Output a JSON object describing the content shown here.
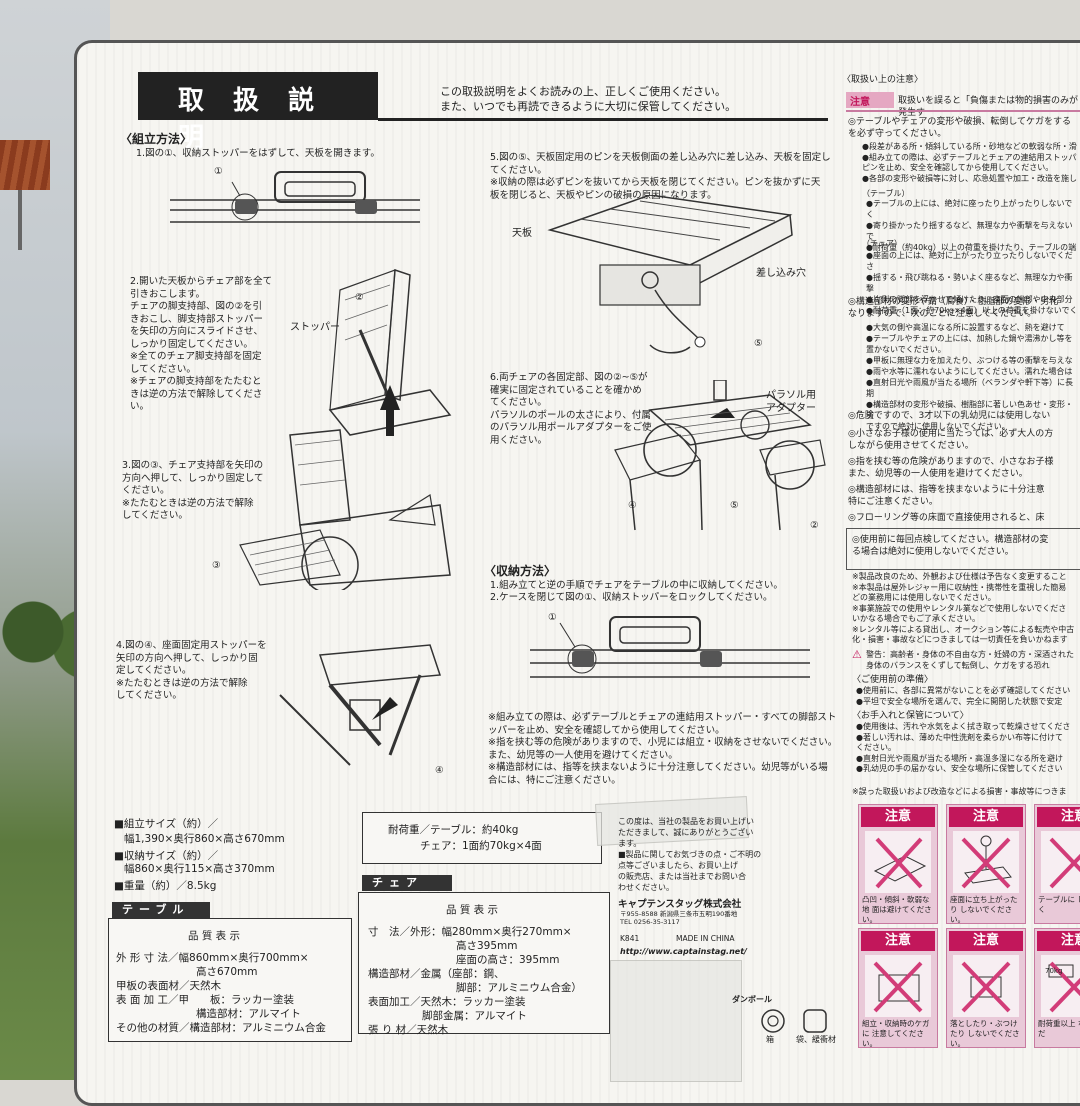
{
  "header": {
    "title": "取 扱 説 明",
    "intro1": "この取扱説明をよくお読みの上、正しくご使用ください。",
    "intro2": "また、いつでも再読できるように大切に保管してください。"
  },
  "assembly": {
    "heading": "〈組立方法〉",
    "step1": "1.図の①、収納ストッパーをはずして、天板を開きます。",
    "step2": "2.開いた天板からチェア部を全て\n引きおこします。\nチェアの脚支持部、図の②を引\nきおこし、脚支持部ストッパー\nを矢印の方向にスライドさせ、\nしっかり固定してください。\n※全てのチェア脚支持部を固定\nしてください。\n※チェアの脚支持部をたたむと\nきは逆の方法で解除してくださ\nい。",
    "step3": "3.図の③、チェア支持部を矢印の\n方向へ押して、しっかり固定して\nください。\n※たたむときは逆の方法で解除\nしてください。",
    "step4": "4.図の④、座面固定用ストッパーを\n矢印の方向へ押して、しっかり固\n定してください。\n※たたむときは逆の方法で解除\nしてください。",
    "step5": "5.図の⑤、天板固定用のピンを天板側面の差し込み穴に差し込み、天板を固定し\nてください。\n※収納の際は必ずピンを抜いてから天板を閉じてください。ピンを抜かずに天\n板を閉じると、天板やピンの破損の原因になります。",
    "step6": "6.両チェアの各固定部、図の②~⑤が\n確実に固定されていることを確かめ\nてください。\nパラソルのポールの太さにより、付属\nのパラソル用ポールアダプターをご使\n用ください。",
    "label_stopper": "ストッパー",
    "label_tenban": "天板",
    "label_hole": "差し込み穴",
    "label_adapter": "パラソル用\nアダプター",
    "n1": "①",
    "n2": "②",
    "n3": "③",
    "n4": "④",
    "n5": "⑤"
  },
  "storage": {
    "heading": "〈収納方法〉",
    "step1": "1.組み立てと逆の手順でチェアをテーブルの中に収納してください。",
    "step2": "2.ケースを閉じて図の①、収納ストッパーをロックしてください。",
    "note": "※組み立ての際は、必ずテーブルとチェアの連結用ストッパー・すべての脚部スト\nッパーを止め、安全を確認してから使用してください。\n※指を挟む等の危険がありますので、小児には組立・収納をさせないでください。\nまた、幼児等の一人使用を避けてください。\n※構造部材には、指等を挟まないように十分注意してください。幼児等がいる場\n合には、特にご注意ください。"
  },
  "specs": {
    "assembled_label": "■組立サイズ（約）／",
    "assembled_value": "幅1,390×奥行860×高さ670mm",
    "stored_label": "■収納サイズ（約）／",
    "stored_value": "幅860×奥行115×高さ370mm",
    "weight": "■重量（約）／8.5kg",
    "load_label1": "耐荷重／テーブル：約40kg",
    "load_label2": "チェア：1面約70kg×4面"
  },
  "table_panel": {
    "tab": "テーブル",
    "heading": "品 質 表 示",
    "r1": "外 形 寸 法／幅860mm×奥行700mm×",
    "r1b": "高さ670mm",
    "r2": "甲板の表面材／天然木",
    "r3": "表 面 加 工／甲　　板：ラッカー塗装",
    "r4": "構造部材：アルマイト",
    "r5": "その他の材質／構造部材：アルミニウム合金"
  },
  "chair_panel": {
    "tab": "チェア",
    "heading": "品 質 表 示",
    "r1": "寸　法／外形：幅280mm×奥行270mm×",
    "r1b": "高さ395mm",
    "r1c": "座面の高さ：395mm",
    "r2": "構造部材／金属（座部：鋼、",
    "r2b": "脚部：アルミニウム合金）",
    "r3": "表面加工／天然木：ラッカー塗装",
    "r3b": "脚部金属：アルマイト",
    "r4": "張 り 材／天然木"
  },
  "company": {
    "note": "この度は、当社の製品をお買い上げい\nただきまして、誠にありがとうござい\nます。\n■製品に関してお気づきの点・ご不明の\n点等ございましたら、お買い上げ\nの販売店、または当社までお問い合\nわせください。",
    "name": "キャプテンスタッグ株式会社",
    "addr": "〒955-8588 新潟県三条市五明190番地\nTEL 0256-35-3117",
    "code": "K841",
    "made": "MADE IN CHINA",
    "url": "http://www.captainstag.net/",
    "danball": "ダンボール",
    "hako": "箱",
    "fukuro": "袋、緩衝材"
  },
  "cautions": {
    "heading": "〈取扱い上の注意〉",
    "chui": "注意",
    "chui_text": "取扱いを誤ると「負傷または物的損害のみが発生す",
    "b1": "◎テーブルやチェアの変形や破損、転倒してケガをする\nを必ず守ってください。",
    "b1a": "●段差がある所・傾斜している所・砂地などの軟弱な所・滑\n●組み立ての際は、必ずテーブルとチェアの連結用ストッパ\nピンを止め、安全を確認してから使用してください。\n●各部の変形や破損等に対し、応急処置や加工・改造を施し",
    "tbl": "（テーブル）",
    "tbl_text": "●テーブルの上には、絶対に座ったり上がったりしないでく\n●寄り掛かったり揺するなど、無理な力や衝撃を与えないで\n●耐荷重（約40kg）以上の荷重を掛けたり、テーブルの端",
    "chr": "（チェア）",
    "chr_text": "●座面の上には、絶対に上がったり立ったりしないでくださ\n●揺する・飛び跳ねる・勢いよく座るなど、無理な力や衝撃\n●片側の脚部を浮かせて傾けたり、座面の端部や中央部分\n●耐荷重（1面：約70kg×4面）以上の荷重を掛けないでく",
    "b2": "◎構造部材の変形や錆（腐食）・樹脂部の変形・劣化\nなりますので、次のことに注意してください。",
    "b2a": "●大気の側や高温になる所に設置するなど、熱を避けて\n●テーブルやチェアの上には、加熱した鍋や湯沸かし等を\n置かないでください。\n●甲板に無理な力を加えたり、ぶつける等の衝撃を与えな\n●雨や水等に濡れないようにしてください。濡れた場合は\n●直射日光や雨風が当たる場所（ベランダや軒下等）に長期\n●構造部材の変形や破損、樹脂部に著しい色あせ・変形・劣\nですので絶対に使用しないでください。",
    "b3": "◎危険ですので、3才以下の乳幼児には使用しない",
    "b4": "◎小さなお子様の使用に当たっては、必ず大人の方\nしながら使用させてください。",
    "b5": "◎指を挟む等の危険がありますので、小さなお子様\nまた、幼児等の一人使用を避けてください。",
    "b6": "◎構造部材には、指等を挟まないように十分注意\n特にご注意ください。",
    "b7": "◎フローリング等の床面で直接使用されると、床",
    "b8": "◎使用前に毎回点検してください。構造部材の変\nる場合は絶対に使用しないでください。",
    "n1": "※製品改良のため、外観および仕様は予告なく変更すること\n※本製品は屋外レジャー用に収納性・携帯性を重視した簡易\nどの業務用には使用しないでください。\n※事業施設での使用やレンタル業などで使用しないでくださ\nいかなる場合でもご了承ください。\n※レンタル等による貸出し、オークション等による転売や中古\n化・損害・事故などにつきましては一切責任を負いかねます",
    "keikoku": "警告：高齢者・身体の不自由な方・妊婦の方・深酒された\n身体のバランスをくずして転倒し、ケガをする恐れ",
    "prep_h": "〈ご使用前の準備〉",
    "prep": "●使用前に、各部に異常がないことを必ず確認してください\n●平坦で安全な場所を選んで、完全に開閉した状態で安定",
    "care_h": "〈お手入れと保管について〉",
    "care": "●使用後は、汚れや水気をよく拭き取って乾燥させてくださ\n●著しい汚れは、薄めた中性洗剤を柔らかい布等に付けて\nください。\n●直射日光や雨風が当たる場所・高温多湿になる所を避け\n●乳幼児の手の届かない、安全な場所に保管してください",
    "n2": "※誤った取扱いおよび改造などによる損害・事故等につきま",
    "w1cap": "凸凹・傾斜・軟弱な地\n面は避けてください。",
    "w2cap": "座面に立ち上がったり\nしないでください。",
    "w3cap": "テーブルに\nしないでく",
    "w4cap": "組立・収納時のケガに\n注意してください。",
    "w5cap": "落としたり・ぶつけたり\nしないでください。",
    "w6cap": "耐荷重以上\nないでくだ",
    "w_load": "70kg"
  },
  "colors": {
    "accent": "#c2175b",
    "dark": "#222222"
  }
}
